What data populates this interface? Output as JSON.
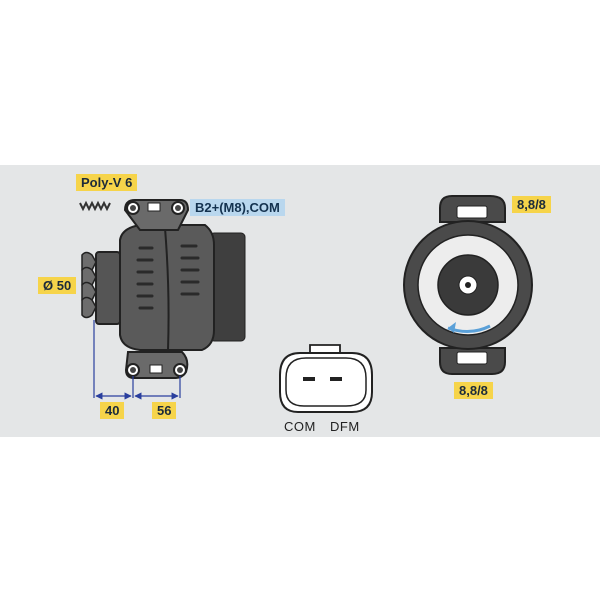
{
  "labels": {
    "belt": "Poly-V 6",
    "terminal": "B2+(M8),COM",
    "diameter": "Ø 50",
    "dim_40": "40",
    "dim_56": "56",
    "thread_top": "8,8/8",
    "thread_bottom": "8,8/8",
    "pin_com": "COM",
    "pin_dfm": "DFM"
  },
  "colors": {
    "panel": "#e4e6e7",
    "label_yellow": "#f6d44a",
    "label_blue": "#b9d7ee",
    "dimension_line": "#2a3f9e",
    "body_dark": "#4a4a4a",
    "accent_rotation": "#5aa0d8"
  },
  "icons": [
    "poly-v-groove-icon",
    "rotation-arrow-icon"
  ]
}
